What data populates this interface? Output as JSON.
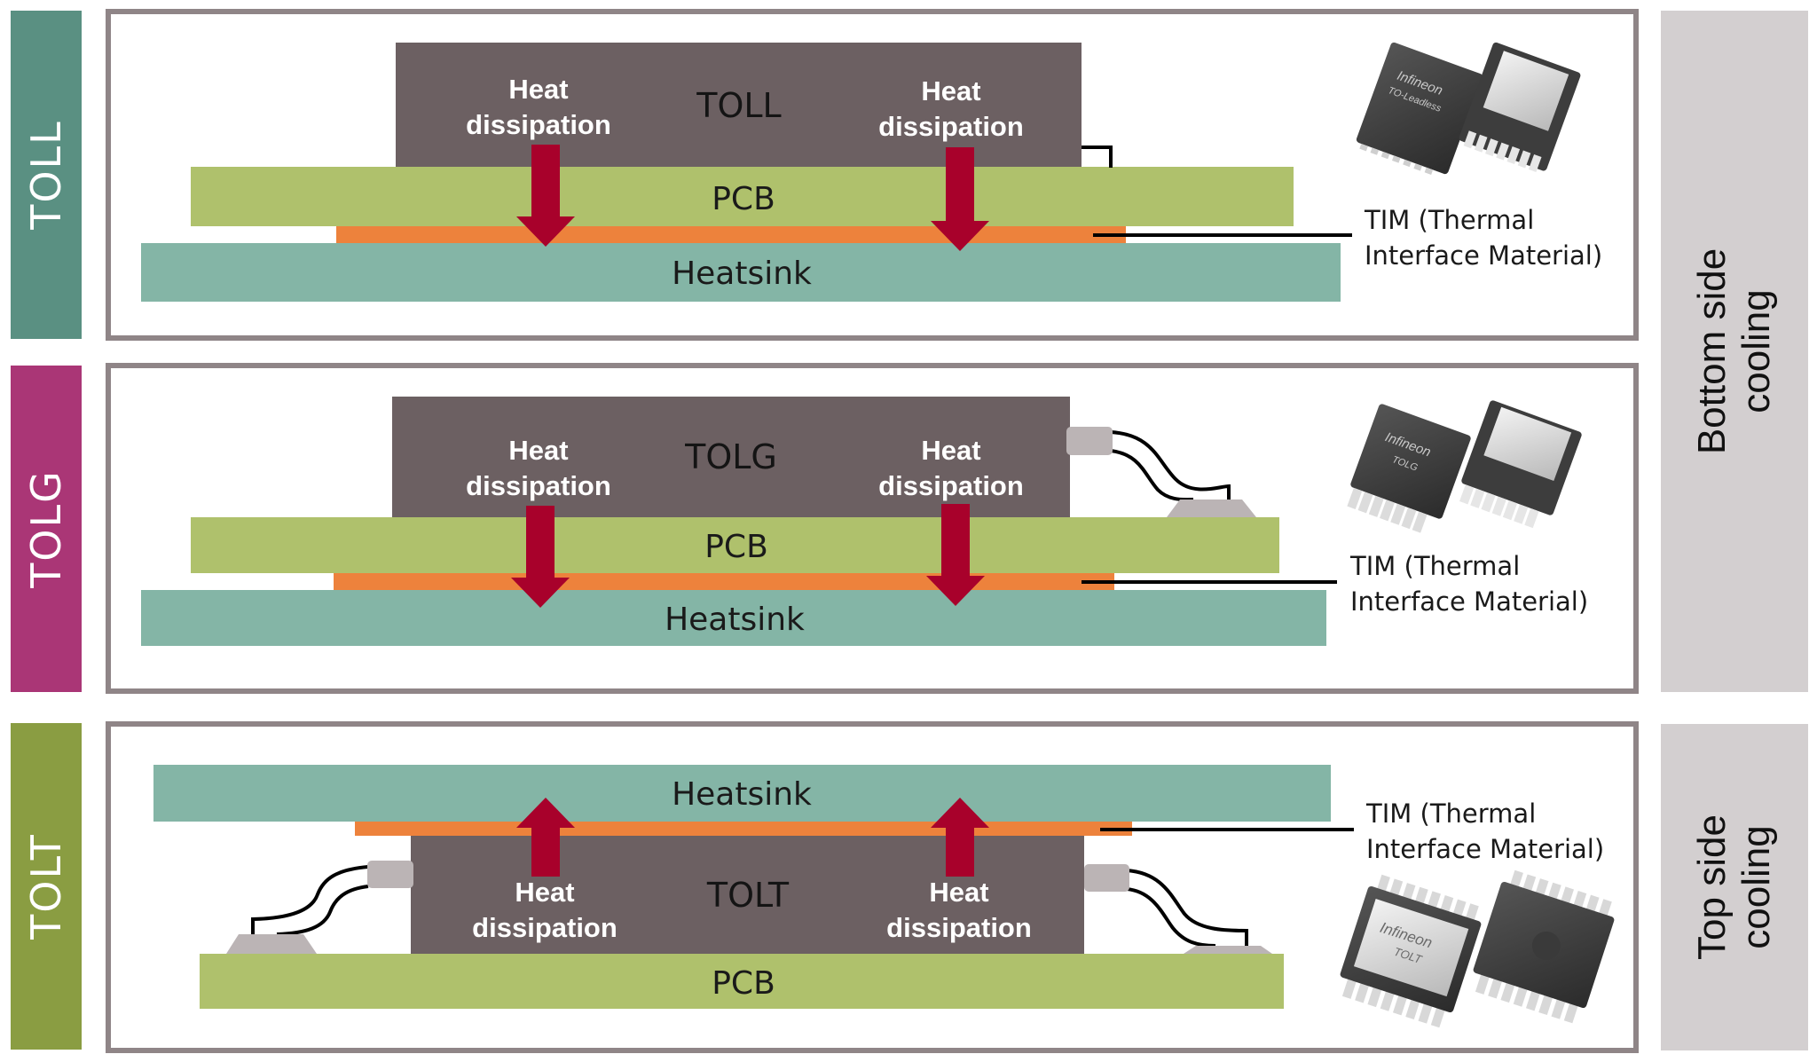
{
  "colors": {
    "toll_accent": "#5a9082",
    "tolg_accent": "#aa3676",
    "tolt_accent": "#8a9d42",
    "chip": "#6c6062",
    "pcb": "#afc16c",
    "tim": "#ed823c",
    "heatsink": "#84b5a6",
    "arrow": "#a8012b",
    "cooling_panel": "#d3cfd0",
    "panel_border": "#8f8587"
  },
  "packages": [
    {
      "name": "TOLL",
      "chip_label": "TOLL",
      "layers": {
        "pcb": "PCB",
        "heatsink": "Heatsink"
      },
      "heat_labels": [
        {
          "line1": "Heat",
          "line2": "dissipation"
        },
        {
          "line1": "Heat",
          "line2": "dissipation"
        }
      ],
      "arrow_direction": "down",
      "tim_label": {
        "line1": "TIM (Thermal",
        "line2": "Interface Material)"
      },
      "product_marking": {
        "brand": "Infineon",
        "type": "TO-Leadless"
      }
    },
    {
      "name": "TOLG",
      "chip_label": "TOLG",
      "layers": {
        "pcb": "PCB",
        "heatsink": "Heatsink"
      },
      "heat_labels": [
        {
          "line1": "Heat",
          "line2": "dissipation"
        },
        {
          "line1": "Heat",
          "line2": "dissipation"
        }
      ],
      "arrow_direction": "down",
      "tim_label": {
        "line1": "TIM (Thermal",
        "line2": "Interface Material)"
      },
      "product_marking": {
        "brand": "Infineon",
        "type": "TOLG"
      }
    },
    {
      "name": "TOLT",
      "chip_label": "TOLT",
      "layers": {
        "pcb": "PCB",
        "heatsink": "Heatsink"
      },
      "heat_labels": [
        {
          "line1": "Heat",
          "line2": "dissipation"
        },
        {
          "line1": "Heat",
          "line2": "dissipation"
        }
      ],
      "arrow_direction": "up",
      "tim_label": {
        "line1": "TIM (Thermal",
        "line2": "Interface Material)"
      },
      "product_marking": {
        "brand": "Infineon",
        "type": "TOLT"
      }
    }
  ],
  "cooling_groups": [
    {
      "line1": "Bottom side",
      "line2": "cooling",
      "applies_to": [
        "TOLL",
        "TOLG"
      ]
    },
    {
      "line1": "Top side",
      "line2": "cooling",
      "applies_to": [
        "TOLT"
      ]
    }
  ]
}
